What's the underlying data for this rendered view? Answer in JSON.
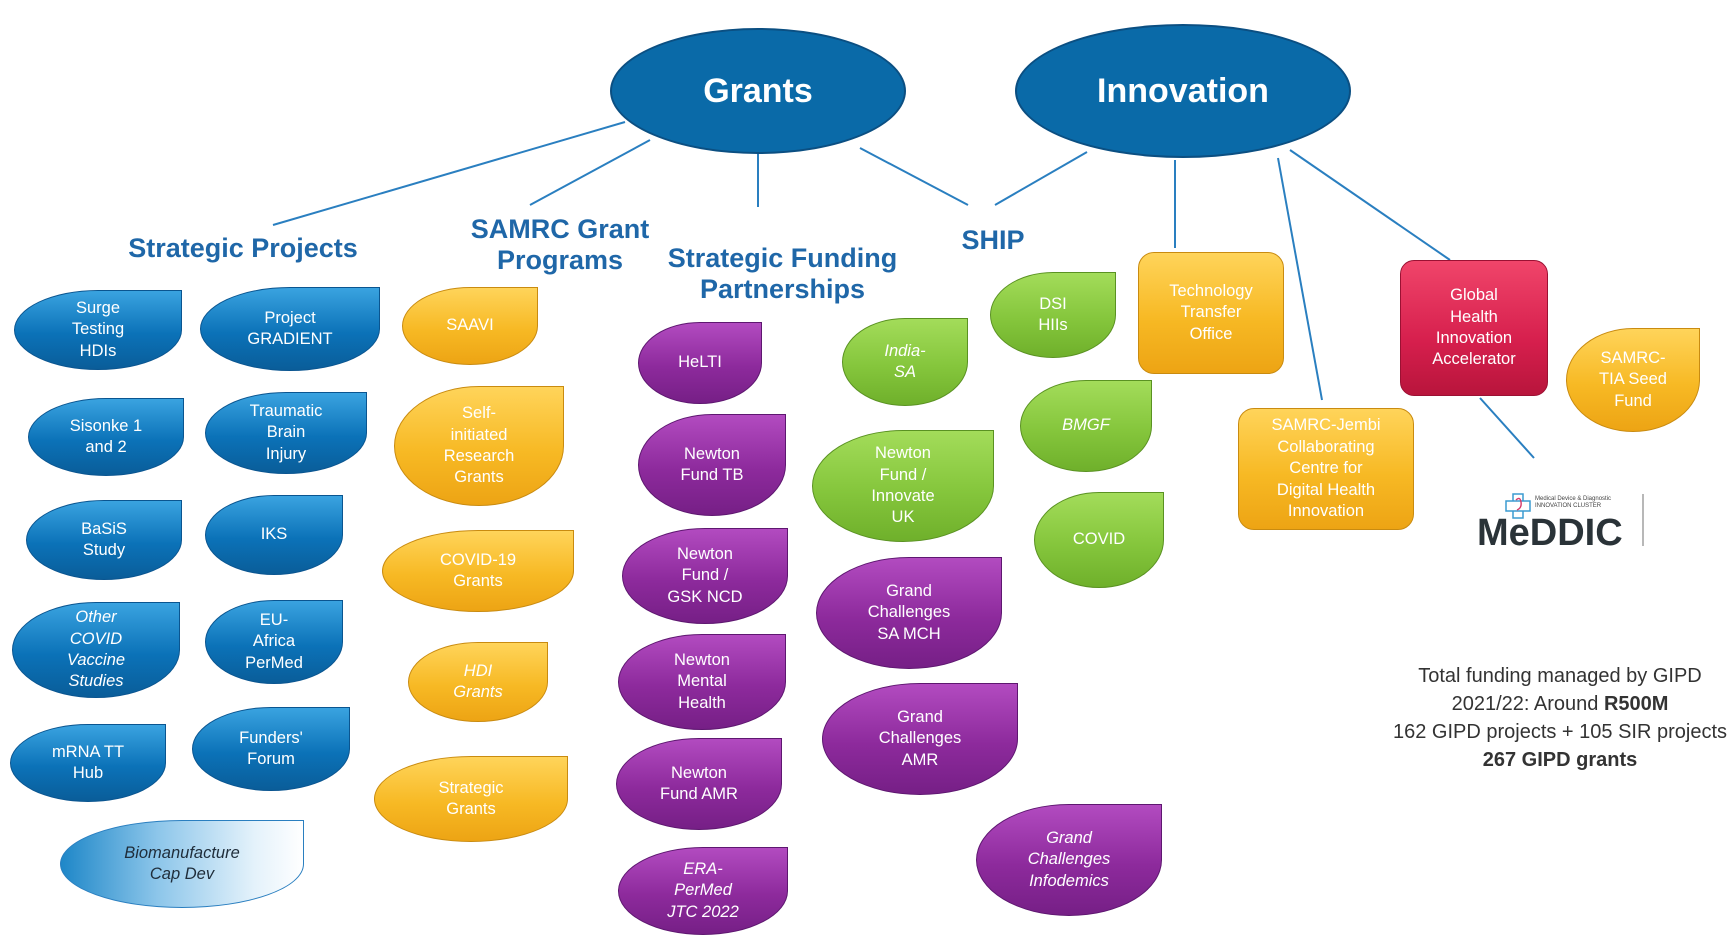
{
  "roots": {
    "grants": "Grants",
    "innovation": "Innovation"
  },
  "headings": {
    "strategic_projects": "Strategic Projects",
    "samrc_grant_programs": "SAMRC Grant\nPrograms",
    "strategic_funding": "Strategic Funding\nPartnerships",
    "ship": "SHIP"
  },
  "strategic_projects": [
    "Surge\nTesting\nHDIs",
    "Project\nGRADIENT",
    "Sisonke 1\nand 2",
    "Traumatic\nBrain\nInjury",
    "BaSiS\nStudy",
    "IKS",
    "Other\nCOVID\nVaccine\nStudies",
    "EU-\nAfrica\nPerMed",
    "mRNA TT\nHub",
    "Funders'\nForum",
    "Biomanufacture\nCap Dev"
  ],
  "samrc_programs": [
    "SAAVI",
    "Self-\ninitiated\nResearch\nGrants",
    "COVID-19\nGrants",
    "HDI\nGrants",
    "Strategic\nGrants"
  ],
  "funding_partnerships_left": [
    "HeLTI",
    "Newton\nFund TB",
    "Newton\nFund /\nGSK NCD",
    "Newton\nMental\nHealth",
    "Newton\nFund AMR",
    "ERA-\nPerMed\nJTC 2022"
  ],
  "funding_partnerships_right": [
    "India-\nSA",
    "Newton\nFund /\nInnovate\nUK",
    "Grand\nChallenges\nSA MCH",
    "Grand\nChallenges\nAMR",
    "Grand\nChallenges\nInfodemics"
  ],
  "ship_items": [
    "DSI\nHIIs",
    "BMGF",
    "COVID"
  ],
  "innovation_items": {
    "tto": "Technology\nTransfer\nOffice",
    "ghia": "Global\nHealth\nInnovation\nAccelerator",
    "jembi": "SAMRC-Jembi\nCollaborating\nCentre for\nDigital Health\nInnovation",
    "tia": "SAMRC-\nTIA Seed\nFund"
  },
  "logo": {
    "name": "MeDDIC",
    "tagline": "Medical Device & Diagnostic\nINNOVATION CLUSTER"
  },
  "funding_summary": {
    "line1": "Total funding managed by GIPD",
    "line2_prefix": "2021/22: Around ",
    "line2_bold": "R500M",
    "line3": "162 GIPD projects + 105 SIR projects",
    "line4_bold": "267 GIPD grants"
  },
  "colors": {
    "blue": "#0a6aa8",
    "yellow": "#f7b924",
    "purple": "#8d2a9c",
    "green": "#85c63c",
    "red": "#d61f4d",
    "heading": "#1f67a8"
  }
}
